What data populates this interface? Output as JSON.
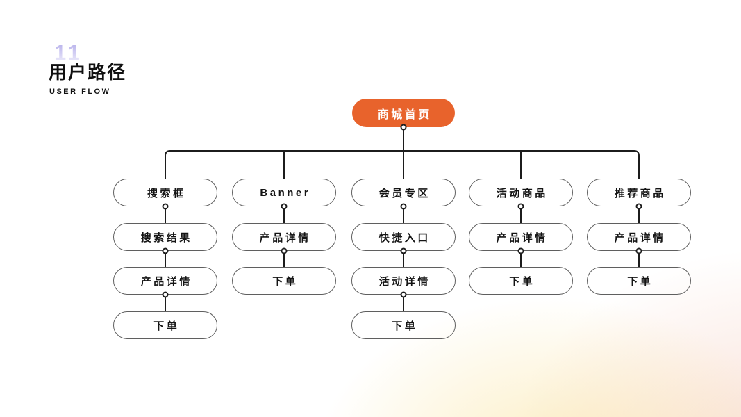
{
  "page": {
    "slide_number": "11",
    "title": "用户路径",
    "subtitle": "USER FLOW"
  },
  "colors": {
    "accent_orange": "#E8632C",
    "node_border": "#5f5f5f",
    "connector": "#1c1c1c",
    "slide_number_tint": "#c0bbee",
    "background_glow_yellow": "#f9e092",
    "background_glow_peach": "#f3c4b2"
  },
  "flow": {
    "root": {
      "label": "商城首页"
    },
    "columns": [
      {
        "steps": [
          "搜索框",
          "搜索结果",
          "产品详情",
          "下单"
        ]
      },
      {
        "steps": [
          "Banner",
          "产品详情",
          "下单"
        ]
      },
      {
        "steps": [
          "会员专区",
          "快捷入口",
          "活动详情",
          "下单"
        ]
      },
      {
        "steps": [
          "活动商品",
          "产品详情",
          "下单"
        ]
      },
      {
        "steps": [
          "推荐商品",
          "产品详情",
          "下单"
        ]
      }
    ]
  }
}
